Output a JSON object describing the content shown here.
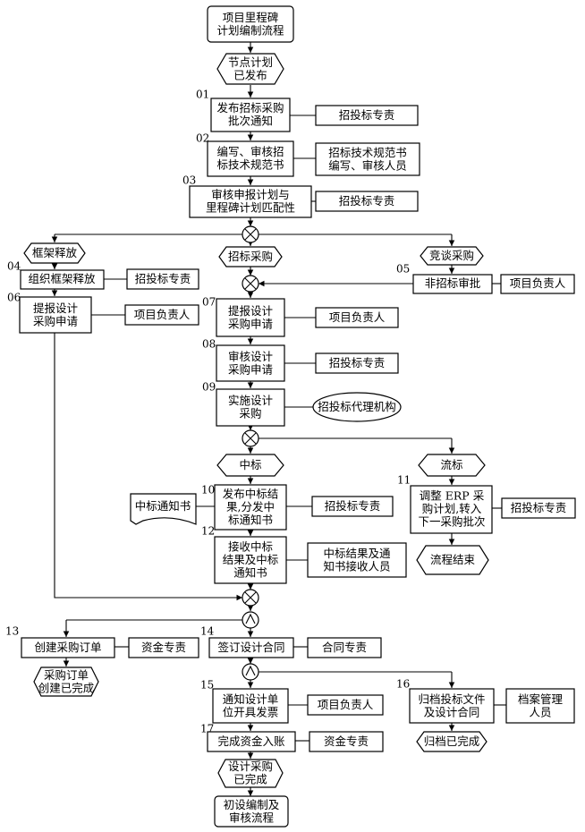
{
  "nodes": {
    "start": {
      "lines": [
        "项目里程碑",
        "计划编制流程"
      ]
    },
    "milestone_released": {
      "lines": [
        "节点计划",
        "已发布"
      ]
    },
    "s01": {
      "num": "01",
      "lines": [
        "发布招标采购",
        "批次通知"
      ]
    },
    "s01_role": {
      "lines": [
        "招投标专责"
      ]
    },
    "s02": {
      "num": "02",
      "lines": [
        "编写、审核招",
        "标技术规范书"
      ]
    },
    "s02_role": {
      "lines": [
        "招标技术规范书",
        "编写、审核人员"
      ]
    },
    "s03": {
      "num": "03",
      "lines": [
        "审核申报计划与",
        "里程碑计划匹配性"
      ]
    },
    "s03_role": {
      "lines": [
        "招投标专责"
      ]
    },
    "framework": {
      "lines": [
        "框架释放"
      ]
    },
    "tender": {
      "lines": [
        "招标采购"
      ]
    },
    "negotiate": {
      "lines": [
        "竞谈采购"
      ]
    },
    "s04": {
      "num": "04",
      "lines": [
        "组织框架释放"
      ]
    },
    "s04_role": {
      "lines": [
        "招投标专责"
      ]
    },
    "s05": {
      "num": "05",
      "lines": [
        "非招标审批"
      ]
    },
    "s05_role": {
      "lines": [
        "项目负责人"
      ]
    },
    "s06": {
      "num": "06",
      "lines": [
        "提报设计",
        "采购申请"
      ]
    },
    "s06_role": {
      "lines": [
        "项目负责人"
      ]
    },
    "s07": {
      "num": "07",
      "lines": [
        "提报设计",
        "采购申请"
      ]
    },
    "s07_role": {
      "lines": [
        "项目负责人"
      ]
    },
    "s08": {
      "num": "08",
      "lines": [
        "审核设计",
        "采购申请"
      ]
    },
    "s08_role": {
      "lines": [
        "招投标专责"
      ]
    },
    "s09": {
      "num": "09",
      "lines": [
        "实施设计",
        "采购"
      ]
    },
    "s09_role": {
      "lines": [
        "招投标代理机构"
      ]
    },
    "win": {
      "lines": [
        "中标"
      ]
    },
    "fail": {
      "lines": [
        "流标"
      ]
    },
    "s10": {
      "num": "10",
      "lines": [
        "发布中标结",
        "果,分发中",
        "标通知书"
      ]
    },
    "s10_doc": {
      "lines": [
        "中标通知书"
      ]
    },
    "s10_role": {
      "lines": [
        "招投标专责"
      ]
    },
    "s11": {
      "num": "11",
      "lines": [
        "调整 ERP 采",
        "购计划,转入",
        "下一采购批次"
      ]
    },
    "s11_role": {
      "lines": [
        "招投标专责"
      ]
    },
    "flow_end": {
      "lines": [
        "流程结束"
      ]
    },
    "s12": {
      "num": "12",
      "lines": [
        "接收中标",
        "结果及中标",
        "通知书"
      ]
    },
    "s12_role": {
      "lines": [
        "中标结果及通",
        "知书接收人员"
      ]
    },
    "s13": {
      "num": "13",
      "lines": [
        "创建采购订单"
      ]
    },
    "s13_role": {
      "lines": [
        "资金专责"
      ]
    },
    "po_done": {
      "lines": [
        "采购订单",
        "创建已完成"
      ]
    },
    "s14": {
      "num": "14",
      "lines": [
        "签订设计合同"
      ]
    },
    "s14_role": {
      "lines": [
        "合同专责"
      ]
    },
    "s15": {
      "num": "15",
      "lines": [
        "通知设计单",
        "位开具发票"
      ]
    },
    "s15_role": {
      "lines": [
        "项目负责人"
      ]
    },
    "s16": {
      "num": "16",
      "lines": [
        "归档投标文件",
        "及设计合同"
      ]
    },
    "s16_role": {
      "lines": [
        "档案管理",
        "人员"
      ]
    },
    "archive_done": {
      "lines": [
        "归档已完成"
      ]
    },
    "s17": {
      "num": "17",
      "lines": [
        "完成资金入账"
      ]
    },
    "s17_role": {
      "lines": [
        "资金专责"
      ]
    },
    "design_done": {
      "lines": [
        "设计采购",
        "已完成"
      ]
    },
    "next_flow": {
      "lines": [
        "初设编制及",
        "审核流程"
      ]
    }
  }
}
